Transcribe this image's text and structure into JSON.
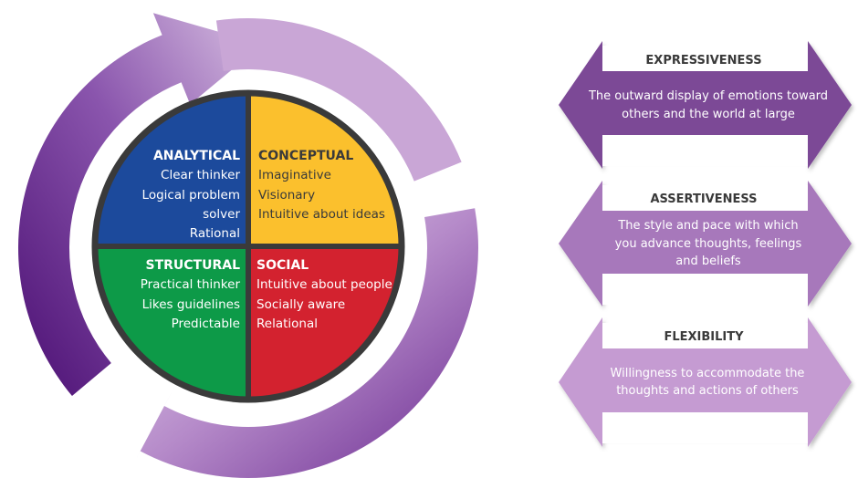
{
  "colors": {
    "ring_light": "#c9a6d6",
    "ring_mid": "#a77dc0",
    "ring_dark": "#5b1c82",
    "analytical": "#1c4a9c",
    "conceptual": "#fbc02d",
    "structural": "#0d9a48",
    "social": "#d3222f",
    "circle_border": "#3a3a3a",
    "text_dark": "#3a3a3a",
    "arrow_top": "#7b4896",
    "arrow_mid": "#a778bb",
    "arrow_bottom": "#c59bd2"
  },
  "quadrants": {
    "analytical": {
      "title": "ANALYTICAL",
      "lines": [
        "Clear thinker",
        "Logical problem",
        "solver",
        "Rational"
      ]
    },
    "conceptual": {
      "title": "CONCEPTUAL",
      "lines": [
        "Imaginative",
        "Visionary",
        "Intuitive about ideas"
      ]
    },
    "structural": {
      "title": "STRUCTURAL",
      "lines": [
        "Practical thinker",
        "Likes guidelines",
        "Predictable"
      ]
    },
    "social": {
      "title": "SOCIAL",
      "lines": [
        "Intuitive about people",
        "Socially aware",
        "Relational"
      ]
    }
  },
  "attributes": [
    {
      "title": "EXPRESSIVENESS",
      "lines": [
        "The outward display of emotions toward",
        "others and the world at large"
      ]
    },
    {
      "title": "ASSERTIVENESS",
      "lines": [
        "The style and pace with which",
        "you advance thoughts, feelings",
        "and beliefs"
      ]
    },
    {
      "title": "FLEXIBILITY",
      "lines": [
        "Willingness to accommodate the",
        "thoughts and actions of others"
      ]
    }
  ]
}
